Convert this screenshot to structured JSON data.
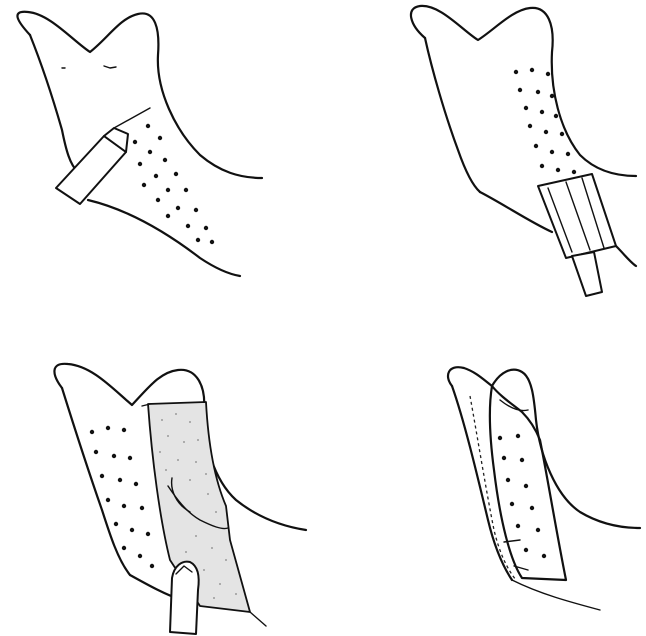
{
  "figure": {
    "panels": [
      {
        "id": "panel-top-left",
        "tool": "scalpel-blade",
        "stage": "incision"
      },
      {
        "id": "panel-top-right",
        "tool": "periosteal-elevator",
        "stage": "elevation"
      },
      {
        "id": "panel-bottom-left",
        "tool": "scalpel-blade",
        "stage": "graft-placement"
      },
      {
        "id": "panel-bottom-right",
        "tool": "none",
        "stage": "sutured-result"
      }
    ],
    "colors": {
      "line": "#111111",
      "graft": "#e4e4e4",
      "background": "#ffffff"
    }
  }
}
